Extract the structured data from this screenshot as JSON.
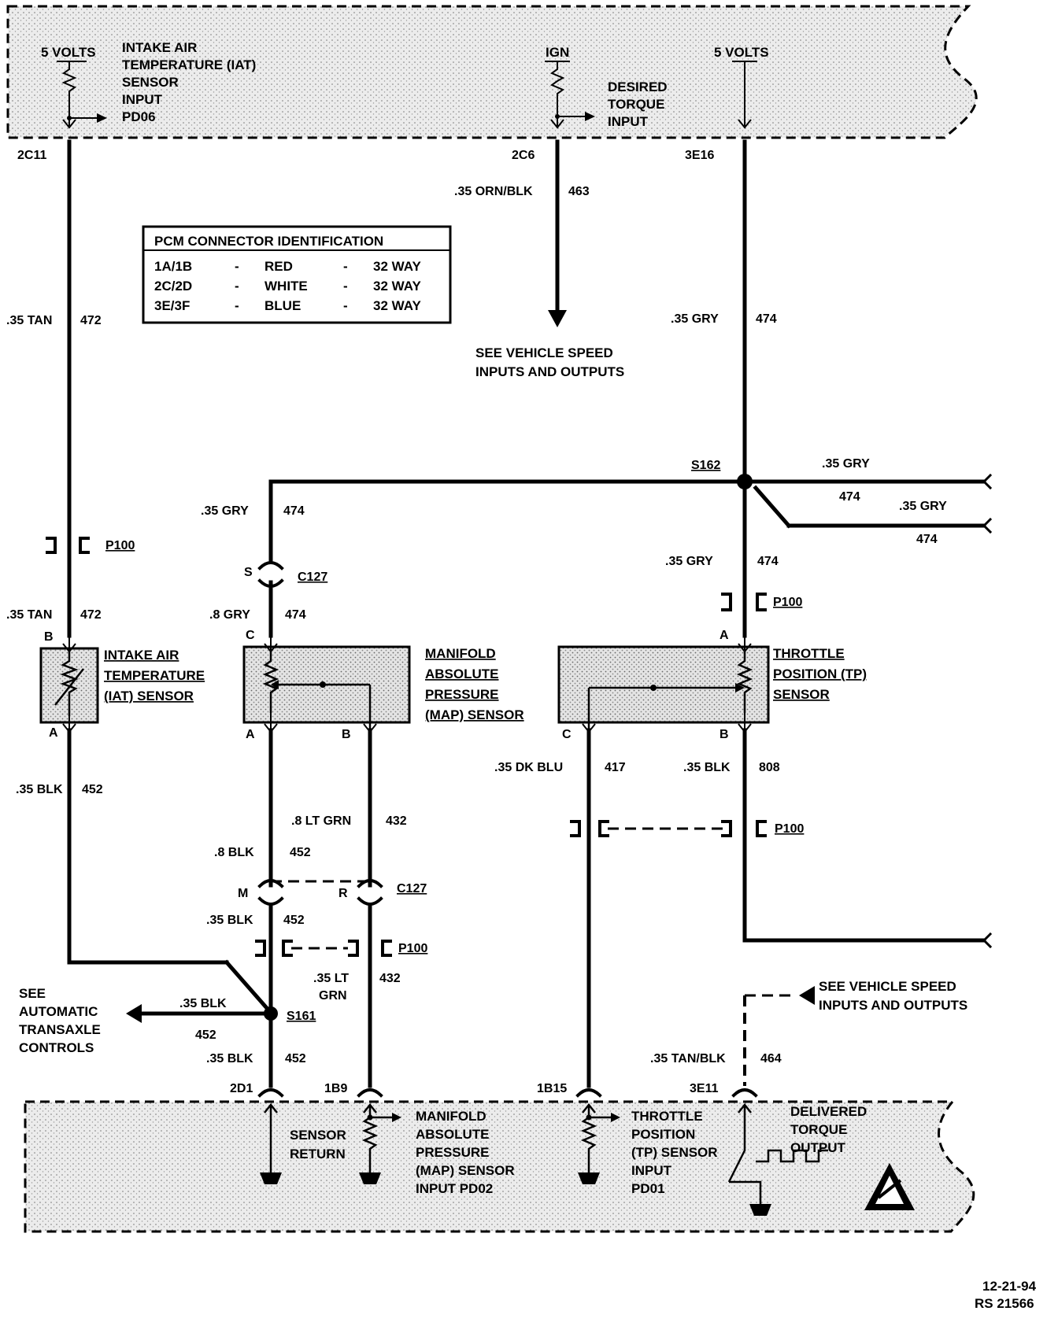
{
  "top_pcm": {
    "five_volts_left": "5 VOLTS",
    "iat_input": [
      "INTAKE AIR",
      "TEMPERATURE (IAT)",
      "SENSOR",
      "INPUT",
      "PD06"
    ],
    "ign": "IGN",
    "desired_torque": [
      "DESIRED",
      "TORQUE",
      "INPUT"
    ],
    "five_volts_right": "5 VOLTS",
    "pin_2c11": "2C11",
    "pin_2c6": "2C6",
    "pin_3e16": "3E16"
  },
  "connector_table": {
    "title": "PCM CONNECTOR IDENTIFICATION",
    "rows": [
      [
        "1A/1B",
        "-",
        "RED",
        "-",
        "32 WAY"
      ],
      [
        "2C/2D",
        "-",
        "WHITE",
        "-",
        "32 WAY"
      ],
      [
        "3E/3F",
        "-",
        "BLUE",
        "-",
        "32 WAY"
      ]
    ]
  },
  "wires": {
    "w1_color": ".35 ORN/BLK",
    "w1_num": "463",
    "w2_color": ".35 TAN",
    "w2_num": "472",
    "w3_color": ".35 GRY",
    "w3_num": "474",
    "w4_color": ".35 GRY",
    "w4_num": "474",
    "w5_color": ".35 GRY",
    "w5_num": "474",
    "w6_color": ".35 GRY",
    "w6_num": "474",
    "w7_color": ".35 GRY",
    "w7_num": "474",
    "w8_color": ".35 TAN",
    "w8_num": "472",
    "w9_color": ".8 GRY",
    "w9_num": "474",
    "w10_color": ".35 BLK",
    "w10_num": "452",
    "w11_color": ".8 LT GRN",
    "w11_num": "432",
    "w12_color": ".8 BLK",
    "w12_num": "452",
    "w13_color": ".35 DK BLU",
    "w13_num": "417",
    "w14_color": ".35 BLK",
    "w14_num": "808",
    "w15_color": ".35 BLK",
    "w15_num": "452",
    "w16_color_a": ".35 LT",
    "w16_color_b": "GRN",
    "w16_num": "432",
    "w17_color": ".35 BLK",
    "w17_num": "452",
    "w18_color": ".35 BLK",
    "w18_num": "452",
    "w19_color": ".35 TAN/BLK",
    "w19_num": "464"
  },
  "refs": {
    "vehicle_speed_1": [
      "SEE VEHICLE SPEED",
      "INPUTS AND OUTPUTS"
    ],
    "vehicle_speed_2": [
      "SEE VEHICLE SPEED",
      "INPUTS AND OUTPUTS"
    ],
    "auto_trans": [
      "SEE",
      "AUTOMATIC",
      "TRANSAXLE",
      "CONTROLS"
    ]
  },
  "connectors": {
    "s162": "S162",
    "s161": "S161",
    "p100_a": "P100",
    "p100_b": "P100",
    "p100_c": "P100",
    "p100_d": "P100",
    "c127_a": "C127",
    "c127_b": "C127",
    "pin_s": "S",
    "pin_c_map": "C",
    "pin_a_tp": "A",
    "pin_b_iat": "B",
    "pin_a_iat": "A",
    "pin_a_map": "A",
    "pin_b_map": "B",
    "pin_c_tp": "C",
    "pin_b_tp": "B",
    "pin_m": "M",
    "pin_r": "R"
  },
  "sensors": {
    "iat": [
      "INTAKE AIR",
      "TEMPERATURE",
      "(IAT) SENSOR"
    ],
    "map": [
      "MANIFOLD",
      "ABSOLUTE",
      "PRESSURE",
      "(MAP) SENSOR"
    ],
    "tp": [
      "THROTTLE",
      "POSITION (TP)",
      "SENSOR"
    ]
  },
  "bottom_pcm": {
    "pin_2d1": "2D1",
    "pin_1b9": "1B9",
    "pin_1b15": "1B15",
    "pin_3e11": "3E11",
    "sensor_return": [
      "SENSOR",
      "RETURN"
    ],
    "map_input": [
      "MANIFOLD",
      "ABSOLUTE",
      "PRESSURE",
      "(MAP) SENSOR",
      "INPUT PD02"
    ],
    "tp_input": [
      "THROTTLE",
      "POSITION",
      "(TP) SENSOR",
      "INPUT",
      "PD01"
    ],
    "delivered_torque": [
      "DELIVERED",
      "TORQUE",
      "OUTPUT"
    ]
  },
  "footer": {
    "date": "12-21-94",
    "ref": "RS 21566"
  }
}
